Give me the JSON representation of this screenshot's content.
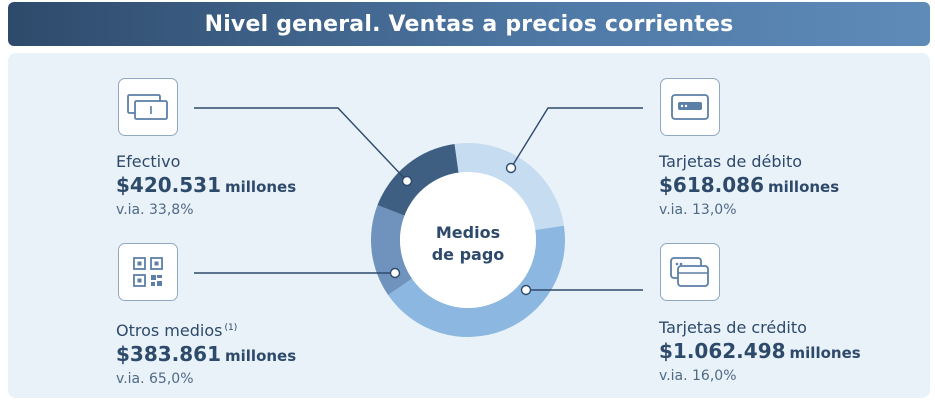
{
  "header": {
    "title": "Nivel general. Ventas a precios corrientes"
  },
  "center": {
    "line1": "Medios",
    "line2": "de pago"
  },
  "items": {
    "efectivo": {
      "label": "Efectivo",
      "amount": "$420.531",
      "unit": "millones",
      "via": "v.ia. 33,8%",
      "icon": "cash-icon"
    },
    "otros": {
      "label": "Otros medios",
      "note": "(1)",
      "amount": "$383.861",
      "unit": "millones",
      "via": "v.ia. 65,0%",
      "icon": "qr-code-icon"
    },
    "debito": {
      "label": "Tarjetas de débito",
      "amount": "$618.086",
      "unit": "millones",
      "via": "v.ia. 13,0%",
      "icon": "debit-card-icon"
    },
    "credito": {
      "label": "Tarjetas de crédito",
      "amount": "$1.062.498",
      "unit": "millones",
      "via": "v.ia. 16,0%",
      "icon": "credit-card-icon"
    }
  },
  "chart_data": {
    "type": "pie",
    "title": "",
    "unit": "millones",
    "slices": [
      {
        "label": "Tarjetas de débito",
        "value": 618086,
        "color": "#c5dcf1"
      },
      {
        "label": "Tarjetas de crédito",
        "value": 1062498,
        "color": "#8cb7e0"
      },
      {
        "label": "Otros medios",
        "value": 383861,
        "color": "#6f93bd"
      },
      {
        "label": "Efectivo",
        "value": 420531,
        "color": "#3f5f82"
      }
    ],
    "hole": "white center with text 'Medios de pago'"
  }
}
